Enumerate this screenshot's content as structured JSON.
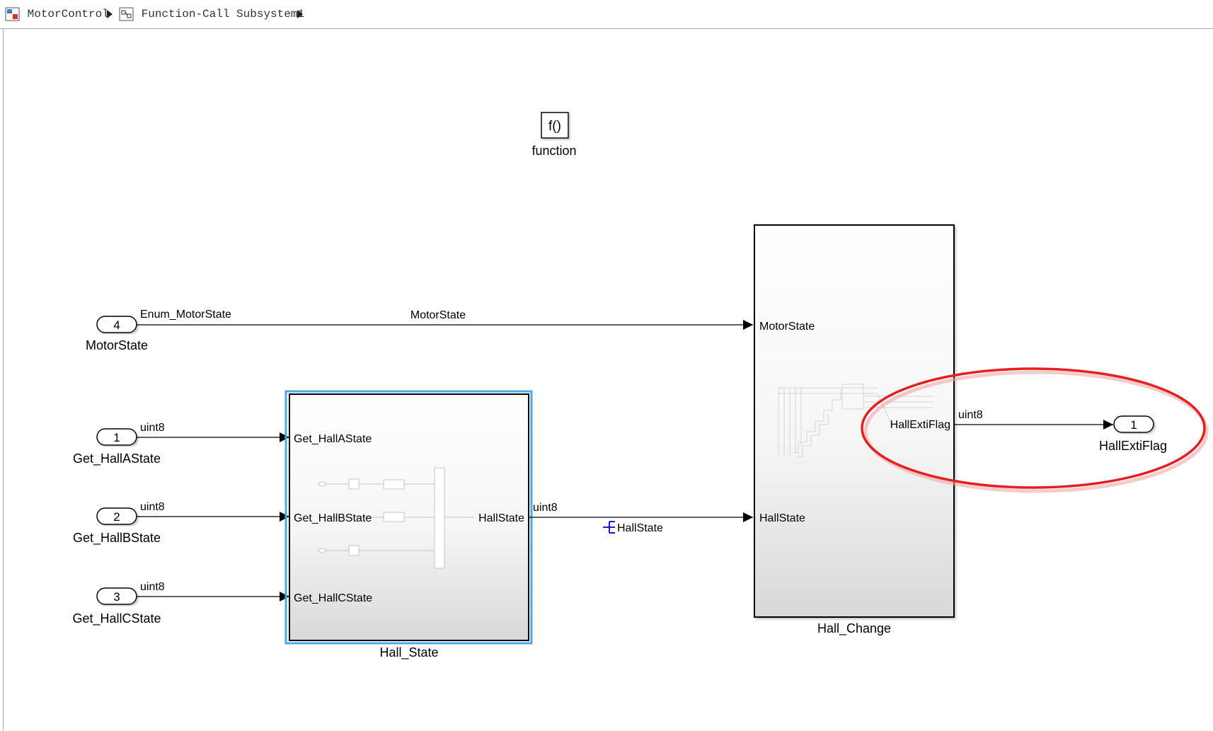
{
  "breadcrumb": {
    "items": [
      {
        "label": "MotorControl"
      },
      {
        "label": "Function-Call Subsystem1"
      }
    ]
  },
  "colors": {
    "selection": "#4aa8e8",
    "annotation": "#e32020",
    "bus_icon": "#0000cc",
    "line": "#000000"
  },
  "diagram": {
    "trigger": {
      "symbol": "f()",
      "label": "function"
    },
    "inports": [
      {
        "number": "4",
        "name": "MotorState",
        "signal_type": "Enum_MotorState"
      },
      {
        "number": "1",
        "name": "Get_HallAState",
        "signal_type": "uint8"
      },
      {
        "number": "2",
        "name": "Get_HallBState",
        "signal_type": "uint8"
      },
      {
        "number": "3",
        "name": "Get_HallCState",
        "signal_type": "uint8"
      }
    ],
    "hall_state": {
      "name": "Hall_State",
      "inputs": [
        "Get_HallAState",
        "Get_HallBState",
        "Get_HallCState"
      ],
      "output": "HallState"
    },
    "hall_change": {
      "name": "Hall_Change",
      "inputs": [
        "MotorState",
        "HallState"
      ],
      "output": "HallExtiFlag"
    },
    "signals": {
      "motorstate_line": "MotorState",
      "hallstate_type": "uint8",
      "hallstate_line": "HallState",
      "flag_type": "uint8"
    },
    "outport": {
      "number": "1",
      "name": "HallExtiFlag"
    }
  }
}
